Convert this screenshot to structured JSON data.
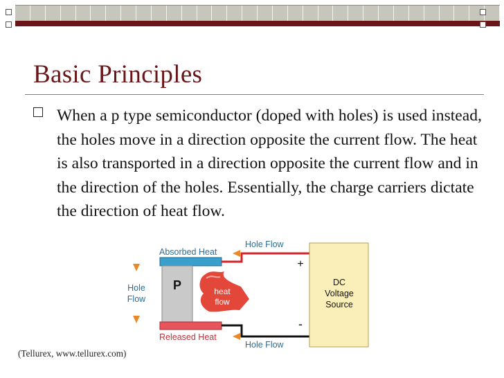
{
  "slide": {
    "title": "Basic Principles",
    "bullets": [
      {
        "text": "When a  p type semiconductor (doped with holes) is used instead,  the holes move in a direction opposite the current flow. The heat is also transported in a direction opposite the current flow and in the direction of the holes. Essentially, the charge carriers dictate the direction of heat flow."
      }
    ],
    "citation": "(Tellurex, www.tellurex.com)"
  },
  "diagram": {
    "absorbed_heat_label": "Absorbed Heat",
    "released_heat_label": "Released Heat",
    "hole_flow_top_label": "Hole Flow",
    "hole_flow_bottom_label": "Hole Flow",
    "hole_flow_side_line1": "Hole",
    "hole_flow_side_line2": "Flow",
    "semiconductor_label": "P",
    "heat_flow_line1": "heat",
    "heat_flow_line2": "flow",
    "source_line1": "DC",
    "source_line2": "Voltage",
    "source_line3": "Source",
    "plus_sign": "+",
    "minus_sign": "-",
    "colors": {
      "absorbed_plate": "#3a9fcb",
      "released_plate": "#e8545b",
      "p_block": "#c9c9c9",
      "wire_positive": "#d2232a",
      "wire_negative": "#111111",
      "source_fill": "#fbefb9",
      "arrow_orange": "#e78a27",
      "flame": "#e2473a",
      "label_blue": "#2a6e97",
      "label_red": "#c0313a"
    }
  }
}
